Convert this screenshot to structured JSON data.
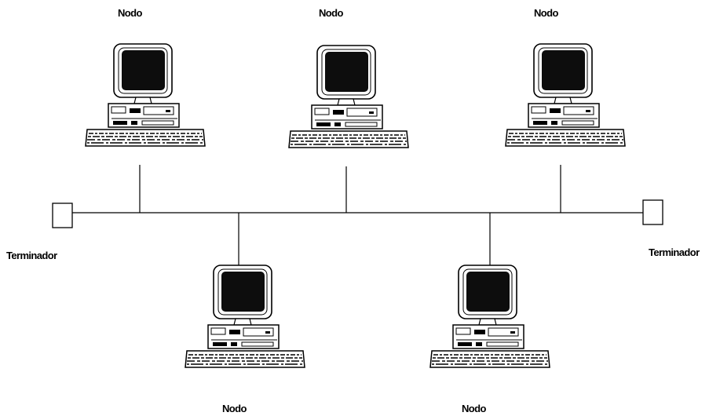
{
  "colors": {
    "line": "#000000",
    "screen": "#0d0d0d",
    "case": "#ffffff"
  },
  "nodes": [
    {
      "label": "Nodo",
      "icon": "computer-icon"
    },
    {
      "label": "Nodo",
      "icon": "computer-icon"
    },
    {
      "label": "Nodo",
      "icon": "computer-icon"
    },
    {
      "label": "Nodo",
      "icon": "computer-icon"
    },
    {
      "label": "Nodo",
      "icon": "computer-icon"
    }
  ],
  "terminators": [
    {
      "label": "Terminador",
      "icon": "terminator-icon"
    },
    {
      "label": "Terminador",
      "icon": "terminator-icon"
    }
  ]
}
